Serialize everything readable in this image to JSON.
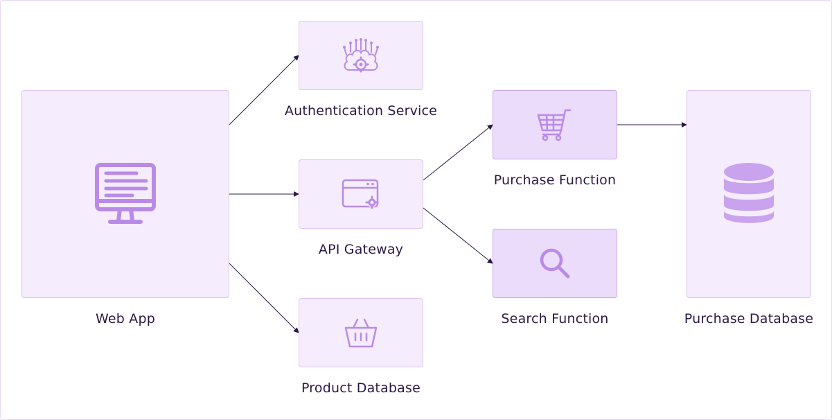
{
  "diagram": {
    "colors": {
      "node_fill_light": "#f5ecfd",
      "node_fill_medium": "#ecdcfb",
      "node_border": "#dcc4f3",
      "icon": "#b98be6",
      "arrow": "#2b1846",
      "label_text": "#2b1846"
    },
    "nodes": {
      "web_app": {
        "label": "Web App",
        "icon": "monitor-icon"
      },
      "auth_service": {
        "label": "Authentication Service",
        "icon": "brain-gear-icon"
      },
      "api_gateway": {
        "label": "API Gateway",
        "icon": "browser-settings-icon"
      },
      "product_db": {
        "label": "Product Database",
        "icon": "basket-icon"
      },
      "purchase_fn": {
        "label": "Purchase Function",
        "icon": "cart-icon"
      },
      "search_fn": {
        "label": "Search Function",
        "icon": "search-icon"
      },
      "purchase_db": {
        "label": "Purchase Database",
        "icon": "database-icon"
      }
    },
    "edges": [
      {
        "from": "Web App",
        "to": "Authentication Service"
      },
      {
        "from": "Web App",
        "to": "API Gateway"
      },
      {
        "from": "Web App",
        "to": "Product Database"
      },
      {
        "from": "API Gateway",
        "to": "Purchase Function"
      },
      {
        "from": "API Gateway",
        "to": "Search Function"
      },
      {
        "from": "Purchase Function",
        "to": "Purchase Database"
      }
    ]
  }
}
